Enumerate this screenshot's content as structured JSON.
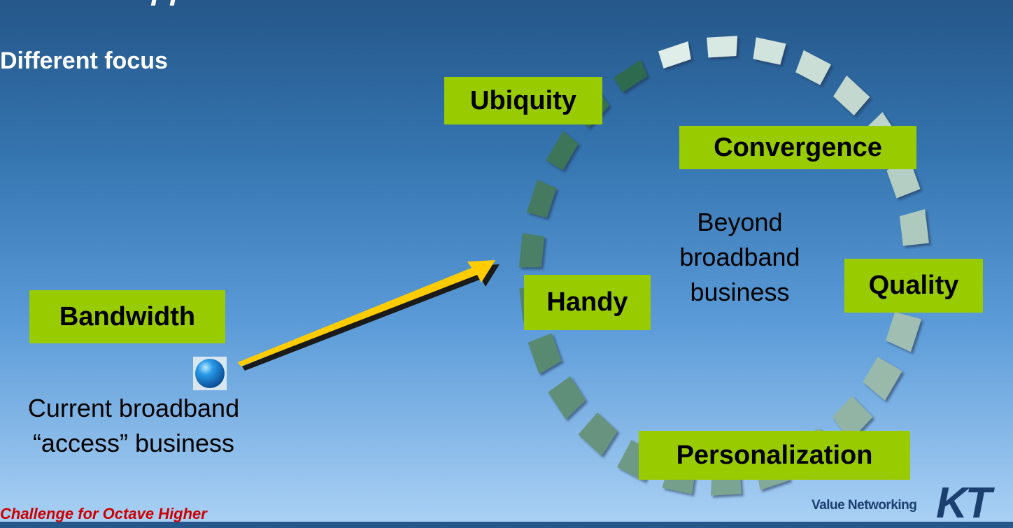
{
  "slide": {
    "title": "Different approach",
    "subheading": "Different focus",
    "footer_tagline": "Challenge for Octave Higher"
  },
  "current_business": {
    "label": "Bandwidth",
    "caption_line1": "Current broadband",
    "caption_line2": "“access” business"
  },
  "future_business": {
    "center_line1": "Beyond",
    "center_line2": "broadband",
    "center_line3": "business",
    "attributes": [
      "Ubiquity",
      "Convergence",
      "Handy",
      "Quality",
      "Personalization"
    ]
  },
  "brand": {
    "tagline": "Value Networking",
    "mark": "KT"
  },
  "colors": {
    "tag_green": "#99cc00",
    "arrow_yellow": "#ffcc00",
    "ring_light": "#dfeee9",
    "ring_dark": "#2f6a4d"
  }
}
